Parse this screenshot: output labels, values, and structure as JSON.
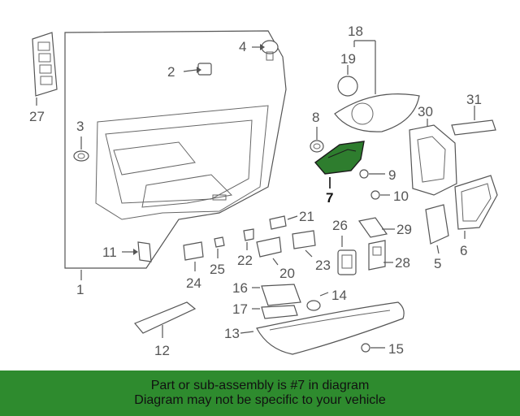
{
  "callouts": {
    "c1": "1",
    "c2": "2",
    "c3": "3",
    "c4": "4",
    "c5": "5",
    "c6": "6",
    "c7": "7",
    "c8": "8",
    "c9": "9",
    "c10": "10",
    "c11": "11",
    "c12": "12",
    "c13": "13",
    "c14": "14",
    "c15": "15",
    "c16": "16",
    "c17": "17",
    "c18": "18",
    "c19": "19",
    "c20": "20",
    "c21": "21",
    "c22": "22",
    "c23": "23",
    "c24": "24",
    "c25": "25",
    "c26": "26",
    "c27": "27",
    "c28": "28",
    "c29": "29",
    "c30": "30",
    "c31": "31"
  },
  "highlighted_part": "7",
  "colors": {
    "highlight": "#2e7d2e",
    "banner": "#2e8b2e",
    "line": "#555555"
  },
  "banner": {
    "line1": "Part or sub-assembly is #7 in diagram",
    "line2": "Diagram may not be specific to your vehicle"
  }
}
